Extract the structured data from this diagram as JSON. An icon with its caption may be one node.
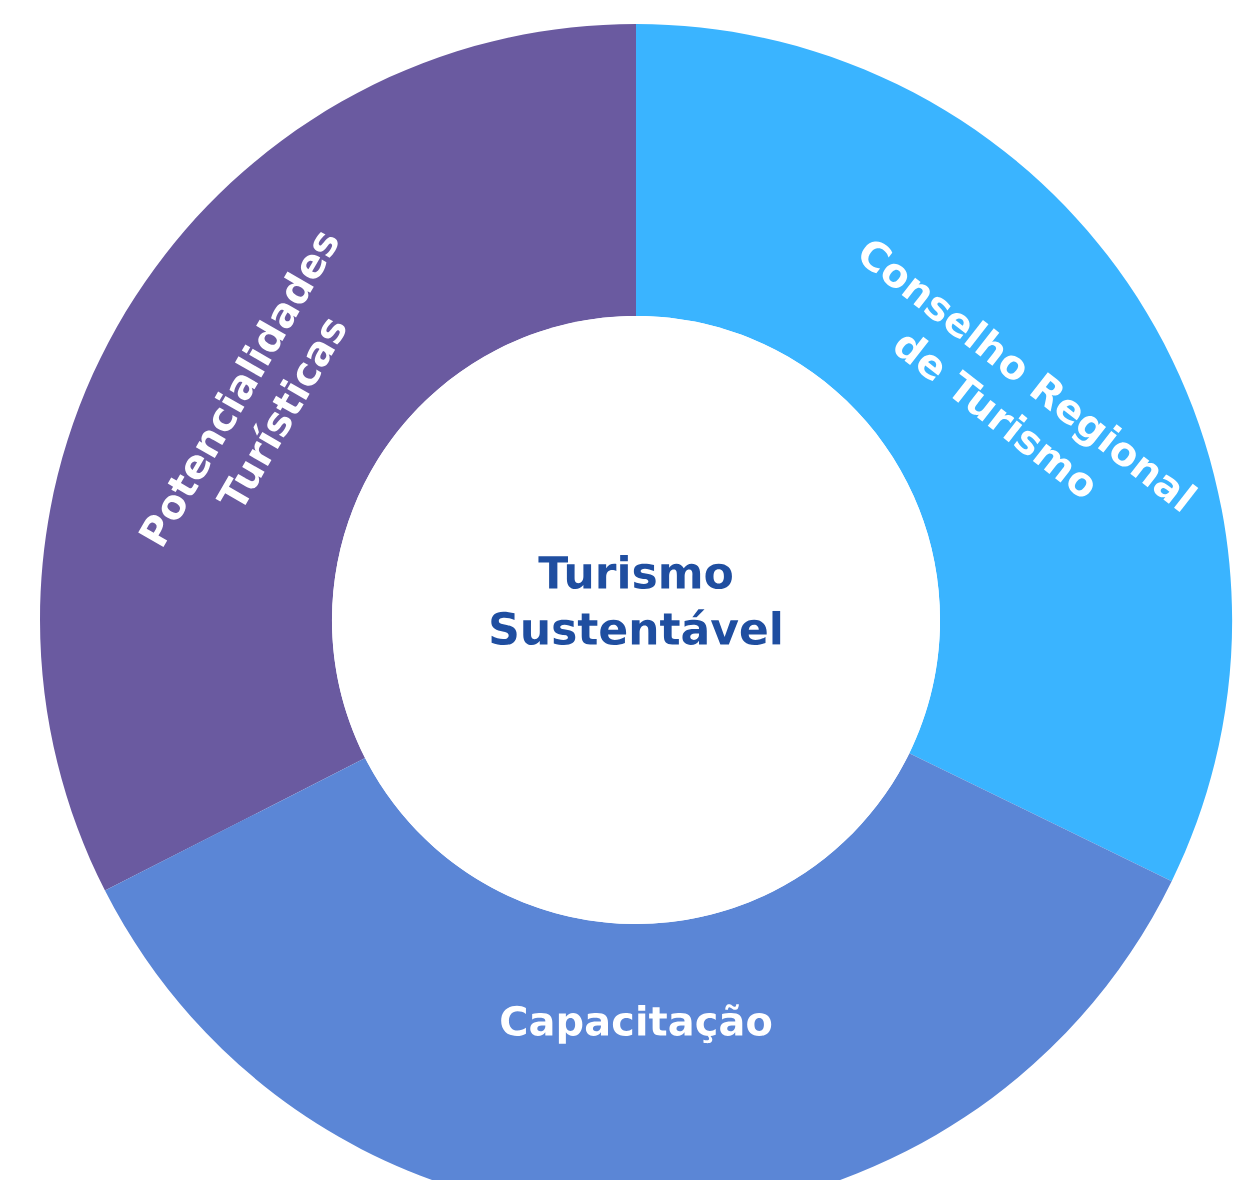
{
  "diagram": {
    "nodes": [
      {
        "text": [
          "Potencialidades Turísticas"
        ]
      },
      {
        "text": [
          "Conselho Regional de Turismo"
        ]
      },
      {
        "text": [
          "Turismo Sustentável"
        ]
      },
      {
        "text": [
          "Capacitação"
        ]
      }
    ]
  }
}
